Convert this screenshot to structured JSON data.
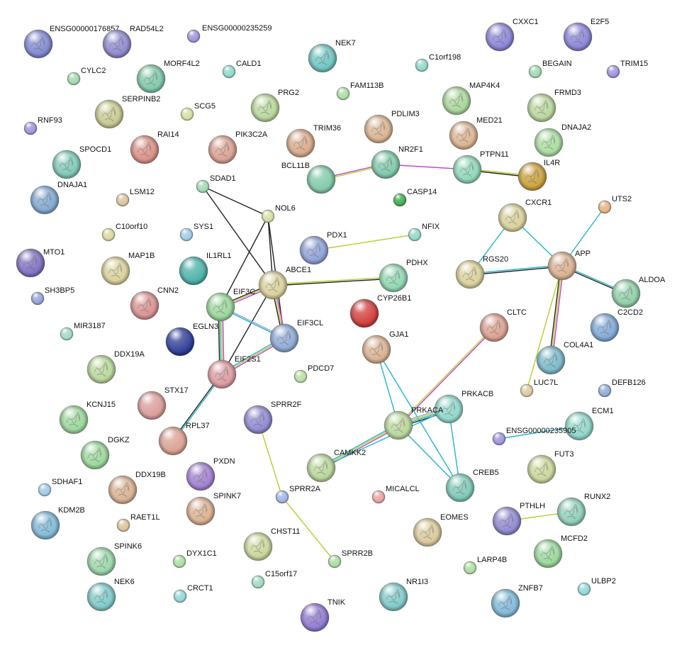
{
  "colors": {
    "edge_experimental": "#222222",
    "edge_database": "#23b5c8",
    "edge_textmining": "#b8cf2a",
    "edge_coexpression": "#222222",
    "edge_neighborhood": "#c23fd1",
    "edge_homology": "#8fa0d6"
  },
  "nodes": [
    {
      "id": "ENSG00000176857",
      "label": "ENSG00000176857",
      "color": "#7f86cf",
      "size": "large",
      "structure": true
    },
    {
      "id": "RAD54L2",
      "label": "RAD54L2",
      "color": "#8d88cc",
      "size": "large",
      "structure": true
    },
    {
      "id": "ENSG00000235259",
      "label": "ENSG00000235259",
      "color": "#9a91d9",
      "size": "small"
    },
    {
      "id": "NEK7",
      "label": "NEK7",
      "color": "#6ec4c1",
      "size": "large",
      "structure": true
    },
    {
      "id": "C1orf198",
      "label": "C1orf198",
      "color": "#8fd6c9",
      "size": "small"
    },
    {
      "id": "CXXC1",
      "label": "CXXC1",
      "color": "#8a84d6",
      "size": "large",
      "structure": true
    },
    {
      "id": "E2F5",
      "label": "E2F5",
      "color": "#8a84d6",
      "size": "large",
      "structure": true
    },
    {
      "id": "TRIM15",
      "label": "TRIM15",
      "color": "#9a91d9",
      "size": "small"
    },
    {
      "id": "CYLC2",
      "label": "CYLC2",
      "color": "#9ed8a8",
      "size": "small"
    },
    {
      "id": "MORF4L2",
      "label": "MORF4L2",
      "color": "#7ec8a8",
      "size": "large",
      "structure": true
    },
    {
      "id": "CALD1",
      "label": "CALD1",
      "color": "#8fd6c9",
      "size": "small"
    },
    {
      "id": "FAM113B",
      "label": "FAM113B",
      "color": "#a9dca0",
      "size": "small"
    },
    {
      "id": "BEGAIN",
      "label": "BEGAIN",
      "color": "#9ed8b0",
      "size": "small"
    },
    {
      "id": "SERPINB2",
      "label": "SERPINB2",
      "color": "#c7c98f",
      "size": "large",
      "structure": true
    },
    {
      "id": "SCG5",
      "label": "SCG5",
      "color": "#d5dc9f",
      "size": "small"
    },
    {
      "id": "PRG2",
      "label": "PRG2",
      "color": "#b9d69b",
      "size": "large",
      "structure": true
    },
    {
      "id": "MAP4K4",
      "label": "MAP4K4",
      "color": "#a9d69a",
      "size": "large",
      "structure": true
    },
    {
      "id": "FRMD3",
      "label": "FRMD3",
      "color": "#b9d69b",
      "size": "large",
      "structure": true
    },
    {
      "id": "RNF93",
      "label": "RNF93",
      "color": "#9a91d9",
      "size": "small"
    },
    {
      "id": "PDLIM3",
      "label": "PDLIM3",
      "color": "#d9b390",
      "size": "large",
      "structure": true
    },
    {
      "id": "TRIM36",
      "label": "TRIM36",
      "color": "#d9a98a",
      "size": "large",
      "structure": true
    },
    {
      "id": "MED21",
      "label": "MED21",
      "color": "#d9b390",
      "size": "large",
      "structure": true
    },
    {
      "id": "RAI14",
      "label": "RAI14",
      "color": "#d98f86",
      "size": "large",
      "structure": true
    },
    {
      "id": "PIK3C2A",
      "label": "PIK3C2A",
      "color": "#d9a090",
      "size": "large",
      "structure": true
    },
    {
      "id": "DNAJA2",
      "label": "DNAJA2",
      "color": "#a9dca0",
      "size": "large",
      "structure": true
    },
    {
      "id": "SPOCD1",
      "label": "SPOCD1",
      "color": "#7ec8b8",
      "size": "large",
      "structure": true
    },
    {
      "id": "BCL11B",
      "label": "BCL11B",
      "color": "#7ec8a8",
      "size": "large"
    },
    {
      "id": "NR2F1",
      "label": "NR2F1",
      "color": "#7ec8a8",
      "size": "large",
      "structure": true
    },
    {
      "id": "PTPN11",
      "label": "PTPN11",
      "color": "#8fd6b8",
      "size": "large",
      "structure": true
    },
    {
      "id": "IL4R",
      "label": "IL4R",
      "color": "#c9a03a",
      "size": "large",
      "structure": true
    },
    {
      "id": "SDAD1",
      "label": "SDAD1",
      "color": "#9ed8b0",
      "size": "small"
    },
    {
      "id": "DNAJA1",
      "label": "DNAJA1",
      "color": "#7fa8cf",
      "size": "large",
      "structure": true
    },
    {
      "id": "LSM12",
      "label": "LSM12",
      "color": "#d9c29a",
      "size": "small"
    },
    {
      "id": "CASP14",
      "label": "CASP14",
      "color": "#3aa84a",
      "size": "small"
    },
    {
      "id": "UTS2",
      "label": "UTS2",
      "color": "#e6ae80",
      "size": "small"
    },
    {
      "id": "NOL6",
      "label": "NOL6",
      "color": "#d5dc9f",
      "size": "small"
    },
    {
      "id": "CXCR1",
      "label": "CXCR1",
      "color": "#d9d09a",
      "size": "large",
      "structure": true
    },
    {
      "id": "C10orf10",
      "label": "C10orf10",
      "color": "#d9d69a",
      "size": "small"
    },
    {
      "id": "SYS1",
      "label": "SYS1",
      "color": "#9ec8e6",
      "size": "small"
    },
    {
      "id": "PDX1",
      "label": "PDX1",
      "color": "#8fa0d6",
      "size": "large",
      "structure": true
    },
    {
      "id": "NFIX",
      "label": "NFIX",
      "color": "#8fd6c9",
      "size": "small"
    },
    {
      "id": "MTO1",
      "label": "MTO1",
      "color": "#7f6fbf",
      "size": "large",
      "structure": true
    },
    {
      "id": "MAP1B",
      "label": "MAP1B",
      "color": "#d9d09a",
      "size": "large",
      "structure": true
    },
    {
      "id": "IL1RL1",
      "label": "IL1RL1",
      "color": "#4ab0a8",
      "size": "large"
    },
    {
      "id": "APP",
      "label": "APP",
      "color": "#d9b090",
      "size": "large",
      "structure": true
    },
    {
      "id": "RGS20",
      "label": "RGS20",
      "color": "#d9d09a",
      "size": "large",
      "structure": true
    },
    {
      "id": "PDHX",
      "label": "PDHX",
      "color": "#8fd6b0",
      "size": "large",
      "structure": true
    },
    {
      "id": "ABCE1",
      "label": "ABCE1",
      "color": "#d9d09a",
      "size": "large",
      "structure": true
    },
    {
      "id": "SH3BP5",
      "label": "SH3BP5",
      "color": "#8fa0d6",
      "size": "small"
    },
    {
      "id": "ALDOA",
      "label": "ALDOA",
      "color": "#8fcfa8",
      "size": "large",
      "structure": true
    },
    {
      "id": "CNN2",
      "label": "CNN2",
      "color": "#d99090",
      "size": "large",
      "structure": true
    },
    {
      "id": "EIF3C",
      "label": "EIF3C",
      "color": "#9ad69a",
      "size": "large",
      "structure": true
    },
    {
      "id": "CYP26B1",
      "label": "CYP26B1",
      "color": "#d23a3a",
      "size": "large"
    },
    {
      "id": "C2CD2",
      "label": "C2CD2",
      "color": "#7fa8d6",
      "size": "large",
      "structure": true
    },
    {
      "id": "EGLN3",
      "label": "EGLN3",
      "color": "#2a3a9a",
      "size": "large",
      "structure": true
    },
    {
      "id": "EIF3CL",
      "label": "EIF3CL",
      "color": "#8fa8d6",
      "size": "large",
      "structure": true
    },
    {
      "id": "CLTC",
      "label": "CLTC",
      "color": "#d9a090",
      "size": "large",
      "structure": true
    },
    {
      "id": "MIR3187",
      "label": "MIR3187",
      "color": "#9ed8c0",
      "size": "small"
    },
    {
      "id": "GJA1",
      "label": "GJA1",
      "color": "#d9b090",
      "size": "large",
      "structure": true
    },
    {
      "id": "COL4A1",
      "label": "COL4A1",
      "color": "#7ab8c8",
      "size": "large",
      "structure": true
    },
    {
      "id": "DDX19A",
      "label": "DDX19A",
      "color": "#b9d69b",
      "size": "large",
      "structure": true
    },
    {
      "id": "EIF2S1",
      "label": "EIF2S1",
      "color": "#d99aa0",
      "size": "large",
      "structure": true
    },
    {
      "id": "PDCD7",
      "label": "PDCD7",
      "color": "#b9dca0",
      "size": "small"
    },
    {
      "id": "LUC7L",
      "label": "LUC7L",
      "color": "#d9c99a",
      "size": "small"
    },
    {
      "id": "DEFB126",
      "label": "DEFB126",
      "color": "#8fa8d6",
      "size": "small"
    },
    {
      "id": "STX17",
      "label": "STX17",
      "color": "#d99a9a",
      "size": "large"
    },
    {
      "id": "KCNJ15",
      "label": "KCNJ15",
      "color": "#9ad69a",
      "size": "large",
      "structure": true
    },
    {
      "id": "SPRR2F",
      "label": "SPRR2F",
      "color": "#8f88cf",
      "size": "large",
      "structure": true
    },
    {
      "id": "PRKACB",
      "label": "PRKACB",
      "color": "#8fd6c9",
      "size": "large",
      "structure": true
    },
    {
      "id": "PRKACA",
      "label": "PRKACA",
      "color": "#b9d69b",
      "size": "large",
      "structure": true
    },
    {
      "id": "ECM1",
      "label": "ECM1",
      "color": "#8fd6c9",
      "size": "large",
      "structure": true
    },
    {
      "id": "RPL37",
      "label": "RPL37",
      "color": "#d9a090",
      "size": "large"
    },
    {
      "id": "ENSG00000235905",
      "label": "ENSG00000235905",
      "color": "#9a91d9",
      "size": "small"
    },
    {
      "id": "DGKZ",
      "label": "DGKZ",
      "color": "#9ad69a",
      "size": "large",
      "structure": true
    },
    {
      "id": "PXDN",
      "label": "PXDN",
      "color": "#a07fcf",
      "size": "large",
      "structure": true
    },
    {
      "id": "CAMKK2",
      "label": "CAMKK2",
      "color": "#b9d69b",
      "size": "large",
      "structure": true
    },
    {
      "id": "FUT3",
      "label": "FUT3",
      "color": "#c9d69a",
      "size": "large",
      "structure": true
    },
    {
      "id": "SDHAF1",
      "label": "SDHAF1",
      "color": "#9ec8e6",
      "size": "small"
    },
    {
      "id": "DDX19B",
      "label": "DDX19B",
      "color": "#d9b090",
      "size": "large",
      "structure": true
    },
    {
      "id": "SPRR2A",
      "label": "SPRR2A",
      "color": "#9eb0e6",
      "size": "small"
    },
    {
      "id": "MICALCL",
      "label": "MICALCL",
      "color": "#e6a0a0",
      "size": "small"
    },
    {
      "id": "CREB5",
      "label": "CREB5",
      "color": "#7ec8b8",
      "size": "large",
      "structure": true
    },
    {
      "id": "RUNX2",
      "label": "RUNX2",
      "color": "#8fcfb8",
      "size": "large",
      "structure": true
    },
    {
      "id": "KDM2B",
      "label": "KDM2B",
      "color": "#7fb8d6",
      "size": "large",
      "structure": true
    },
    {
      "id": "SPINK7",
      "label": "SPINK7",
      "color": "#d9b090",
      "size": "large",
      "structure": true
    },
    {
      "id": "PTHLH",
      "label": "PTHLH",
      "color": "#8f88cf",
      "size": "large",
      "structure": true
    },
    {
      "id": "RAET1L",
      "label": "RAET1L",
      "color": "#d9c29a",
      "size": "small"
    },
    {
      "id": "EOMES",
      "label": "EOMES",
      "color": "#d9c99a",
      "size": "large",
      "structure": true
    },
    {
      "id": "SPINK6",
      "label": "SPINK6",
      "color": "#9ad6a8",
      "size": "large",
      "structure": true
    },
    {
      "id": "DYX1C1",
      "label": "DYX1C1",
      "color": "#a9dca0",
      "size": "small"
    },
    {
      "id": "CHST11",
      "label": "CHST11",
      "color": "#c9d69a",
      "size": "large",
      "structure": true
    },
    {
      "id": "MCFD2",
      "label": "MCFD2",
      "color": "#9ad69a",
      "size": "large",
      "structure": true
    },
    {
      "id": "SPRR2B",
      "label": "SPRR2B",
      "color": "#a9dca0",
      "size": "small"
    },
    {
      "id": "LARP4B",
      "label": "LARP4B",
      "color": "#a9dca0",
      "size": "small"
    },
    {
      "id": "C15orf17",
      "label": "C15orf17",
      "color": "#9ed8c0",
      "size": "small"
    },
    {
      "id": "NEK6",
      "label": "NEK6",
      "color": "#7ec8c8",
      "size": "large",
      "structure": true
    },
    {
      "id": "CRCT1",
      "label": "CRCT1",
      "color": "#8fd6d6",
      "size": "small"
    },
    {
      "id": "NR1I3",
      "label": "NR1I3",
      "color": "#7ec8c8",
      "size": "large",
      "structure": true
    },
    {
      "id": "ZNFB7",
      "label": "ZNFB7",
      "color": "#7fb8d6",
      "size": "large",
      "structure": true
    },
    {
      "id": "ULBP2",
      "label": "ULBP2",
      "color": "#8fd6d6",
      "size": "small"
    },
    {
      "id": "TNIK",
      "label": "TNIK",
      "color": "#8f78cf",
      "size": "large",
      "structure": true
    }
  ],
  "edges": [
    {
      "source": "SDAD1",
      "target": "NOL6",
      "types": [
        "coexpression"
      ]
    },
    {
      "source": "SDAD1",
      "target": "ABCE1",
      "types": [
        "coexpression"
      ]
    },
    {
      "source": "NOL6",
      "target": "ABCE1",
      "types": [
        "coexpression"
      ]
    },
    {
      "source": "NOL6",
      "target": "EIF3C",
      "types": [
        "coexpression"
      ]
    },
    {
      "source": "NOL6",
      "target": "EIF3CL",
      "types": [
        "coexpression"
      ]
    },
    {
      "source": "ABCE1",
      "target": "PDHX",
      "types": [
        "textmining",
        "coexpression"
      ]
    },
    {
      "source": "ABCE1",
      "target": "EIF3C",
      "types": [
        "neighborhood",
        "textmining",
        "coexpression"
      ]
    },
    {
      "source": "ABCE1",
      "target": "EIF3CL",
      "types": [
        "neighborhood",
        "textmining",
        "coexpression"
      ]
    },
    {
      "source": "ABCE1",
      "target": "EIF2S1",
      "types": [
        "coexpression"
      ]
    },
    {
      "source": "EIF3C",
      "target": "EIF3CL",
      "types": [
        "homology",
        "database"
      ]
    },
    {
      "source": "EIF3C",
      "target": "EIF2S1",
      "types": [
        "neighborhood",
        "textmining",
        "database",
        "coexpression"
      ]
    },
    {
      "source": "EIF3CL",
      "target": "EIF2S1",
      "types": [
        "neighborhood",
        "textmining",
        "database"
      ]
    },
    {
      "source": "EIF2S1",
      "target": "RPL37",
      "types": [
        "database",
        "coexpression"
      ]
    },
    {
      "source": "PDX1",
      "target": "NFIX",
      "types": [
        "textmining"
      ]
    },
    {
      "source": "BCL11B",
      "target": "NR2F1",
      "types": [
        "neighborhood",
        "textmining"
      ]
    },
    {
      "source": "NR2F1",
      "target": "PTPN11",
      "types": [
        "neighborhood"
      ]
    },
    {
      "source": "PTPN11",
      "target": "IL4R",
      "types": [
        "textmining",
        "coexpression"
      ]
    },
    {
      "source": "CXCR1",
      "target": "RGS20",
      "types": [
        "database"
      ]
    },
    {
      "source": "CXCR1",
      "target": "APP",
      "types": [
        "database"
      ]
    },
    {
      "source": "UTS2",
      "target": "APP",
      "types": [
        "database"
      ]
    },
    {
      "source": "RGS20",
      "target": "APP",
      "types": [
        "database",
        "coexpression"
      ]
    },
    {
      "source": "APP",
      "target": "ALDOA",
      "types": [
        "database",
        "coexpression"
      ]
    },
    {
      "source": "APP",
      "target": "COL4A1",
      "types": [
        "neighborhood",
        "textmining",
        "coexpression"
      ]
    },
    {
      "source": "APP",
      "target": "LUC7L",
      "types": [
        "textmining"
      ]
    },
    {
      "source": "CLTC",
      "target": "PRKACA",
      "types": [
        "neighborhood",
        "textmining"
      ]
    },
    {
      "source": "GJA1",
      "target": "PRKACA",
      "types": [
        "database"
      ]
    },
    {
      "source": "GJA1",
      "target": "CREB5",
      "types": [
        "database"
      ]
    },
    {
      "source": "PRKACA",
      "target": "PRKACB",
      "types": [
        "homology",
        "textmining",
        "database",
        "coexpression"
      ]
    },
    {
      "source": "PRKACA",
      "target": "CAMKK2",
      "types": [
        "neighborhood",
        "textmining",
        "database"
      ]
    },
    {
      "source": "PRKACA",
      "target": "CREB5",
      "types": [
        "database"
      ]
    },
    {
      "source": "PRKACB",
      "target": "CAMKK2",
      "types": [
        "database"
      ]
    },
    {
      "source": "PRKACB",
      "target": "CREB5",
      "types": [
        "database"
      ]
    },
    {
      "source": "SPRR2F",
      "target": "SPRR2A",
      "types": [
        "textmining"
      ]
    },
    {
      "source": "SPRR2A",
      "target": "SPRR2B",
      "types": [
        "textmining"
      ]
    },
    {
      "source": "ENSG00000235905",
      "target": "ECM1",
      "types": [
        "database"
      ]
    },
    {
      "source": "PTHLH",
      "target": "RUNX2",
      "types": [
        "textmining"
      ]
    }
  ]
}
